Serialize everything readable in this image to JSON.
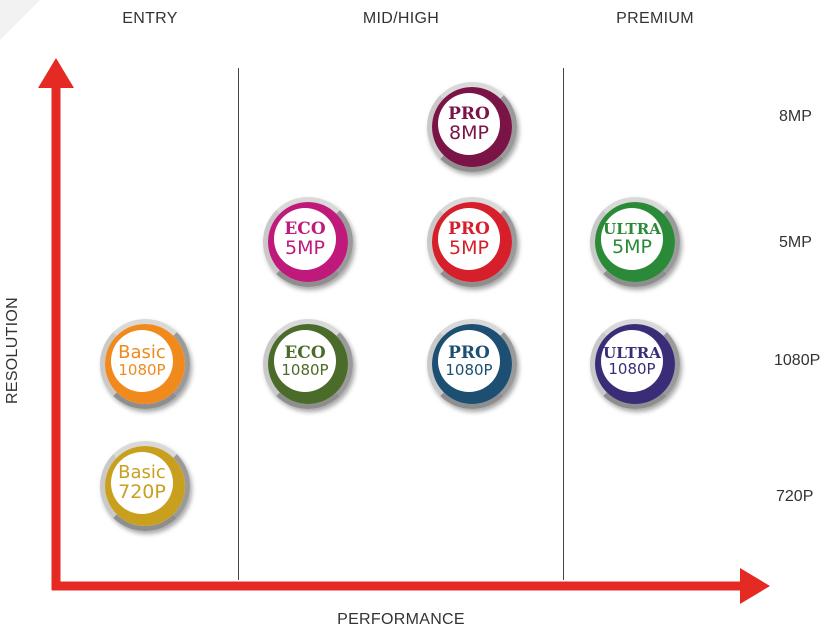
{
  "colors": {
    "axis": "#e42a23",
    "divider": "#444444",
    "text": "#333333"
  },
  "columns": [
    "ENTRY",
    "MID/HIGH",
    "PREMIUM"
  ],
  "rows": [
    "8MP",
    "5MP",
    "1080P",
    "720P"
  ],
  "axes": {
    "x_label": "PERFORMANCE",
    "y_label": "RESOLUTION"
  },
  "badges": {
    "pro_8mp": {
      "line1": "PRO",
      "line2": "8MP",
      "color": "#7a1446"
    },
    "eco_5mp": {
      "line1": "ECO",
      "line2": "5MP",
      "color": "#c0197c"
    },
    "pro_5mp": {
      "line1": "PRO",
      "line2": "5MP",
      "color": "#d61f2a"
    },
    "ultra_5mp": {
      "line1": "ULTRA",
      "line2": "5MP",
      "color": "#2b8a37"
    },
    "basic_1080": {
      "line1": "Basic",
      "line2": "1080P",
      "color": "#f08a1c"
    },
    "eco_1080": {
      "line1": "ECO",
      "line2": "1080P",
      "color": "#4b6b2a"
    },
    "pro_1080": {
      "line1": "PRO",
      "line2": "1080P",
      "color": "#1d4f72"
    },
    "ultra_1080": {
      "line1": "ULTRA",
      "line2": "1080P",
      "color": "#3b2c78"
    },
    "basic_720": {
      "line1": "Basic",
      "line2": "720P",
      "color": "#c9a01e"
    }
  }
}
